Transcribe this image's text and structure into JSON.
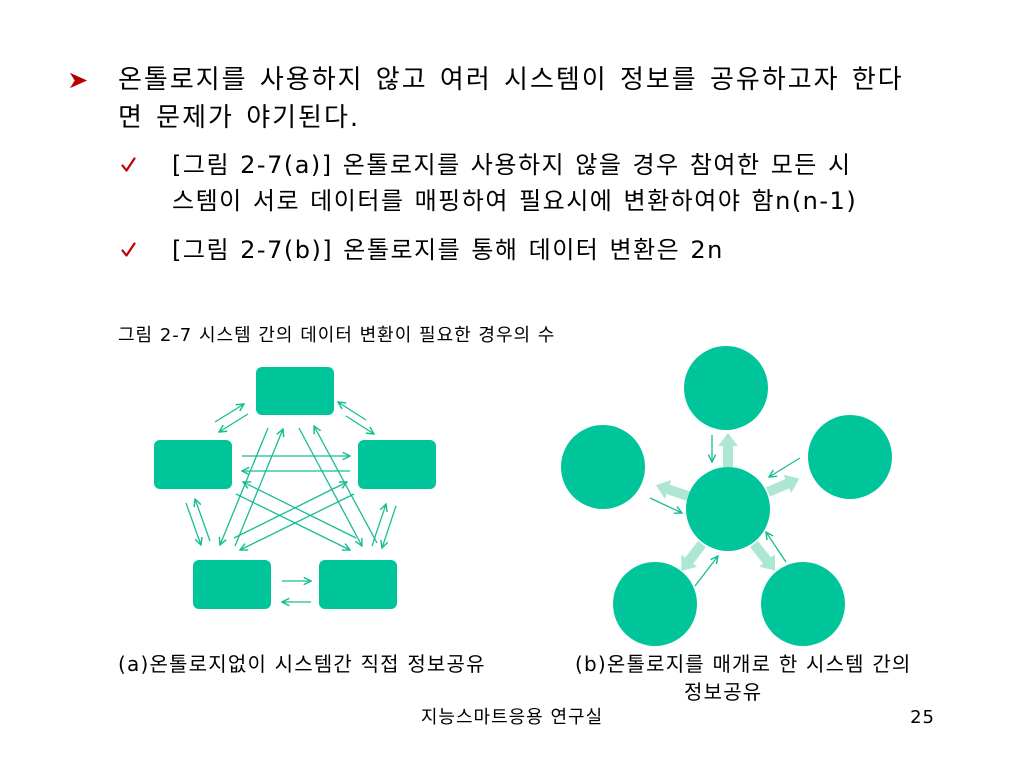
{
  "colors": {
    "accent": "#c00000",
    "shape": "#00c49a",
    "thin_arrow": "#17bd92",
    "thick_arrow": "#aee7d1"
  },
  "bullets": [
    {
      "icon": "arrow-bullet-icon",
      "lines": [
        "온톨로지를 사용하지 않고 여러 시스템이 정보를 공유하고자 한다",
        "면 문제가 야기된다."
      ],
      "sub_items": [
        {
          "icon": "check-icon",
          "lines": [
            "[그림 2-7(a)] 온톨로지를 사용하지 않을 경우 참여한 모든 시",
            "스템이 서로 데이터를 매핑하여 필요시에 변환하여야 함n(n-1)"
          ]
        },
        {
          "icon": "check-icon",
          "lines": [
            "[그림 2-7(b)] 온톨로지를 통해 데이터 변환은 2n"
          ]
        }
      ]
    }
  ],
  "figure": {
    "caption": "그림 2-7 시스템 간의 데이터 변환이 필요한 경우의 수",
    "panel_a": {
      "caption": "(a)온톨로지없이 시스템간 직접 정보공유"
    },
    "panel_b": {
      "caption_lines": [
        "(b)온톨로지를 매개로 한 시스템 간의",
        "정보공유"
      ]
    }
  },
  "footer": {
    "lab": "지능스마트응용 연구실",
    "page_number": "25"
  }
}
